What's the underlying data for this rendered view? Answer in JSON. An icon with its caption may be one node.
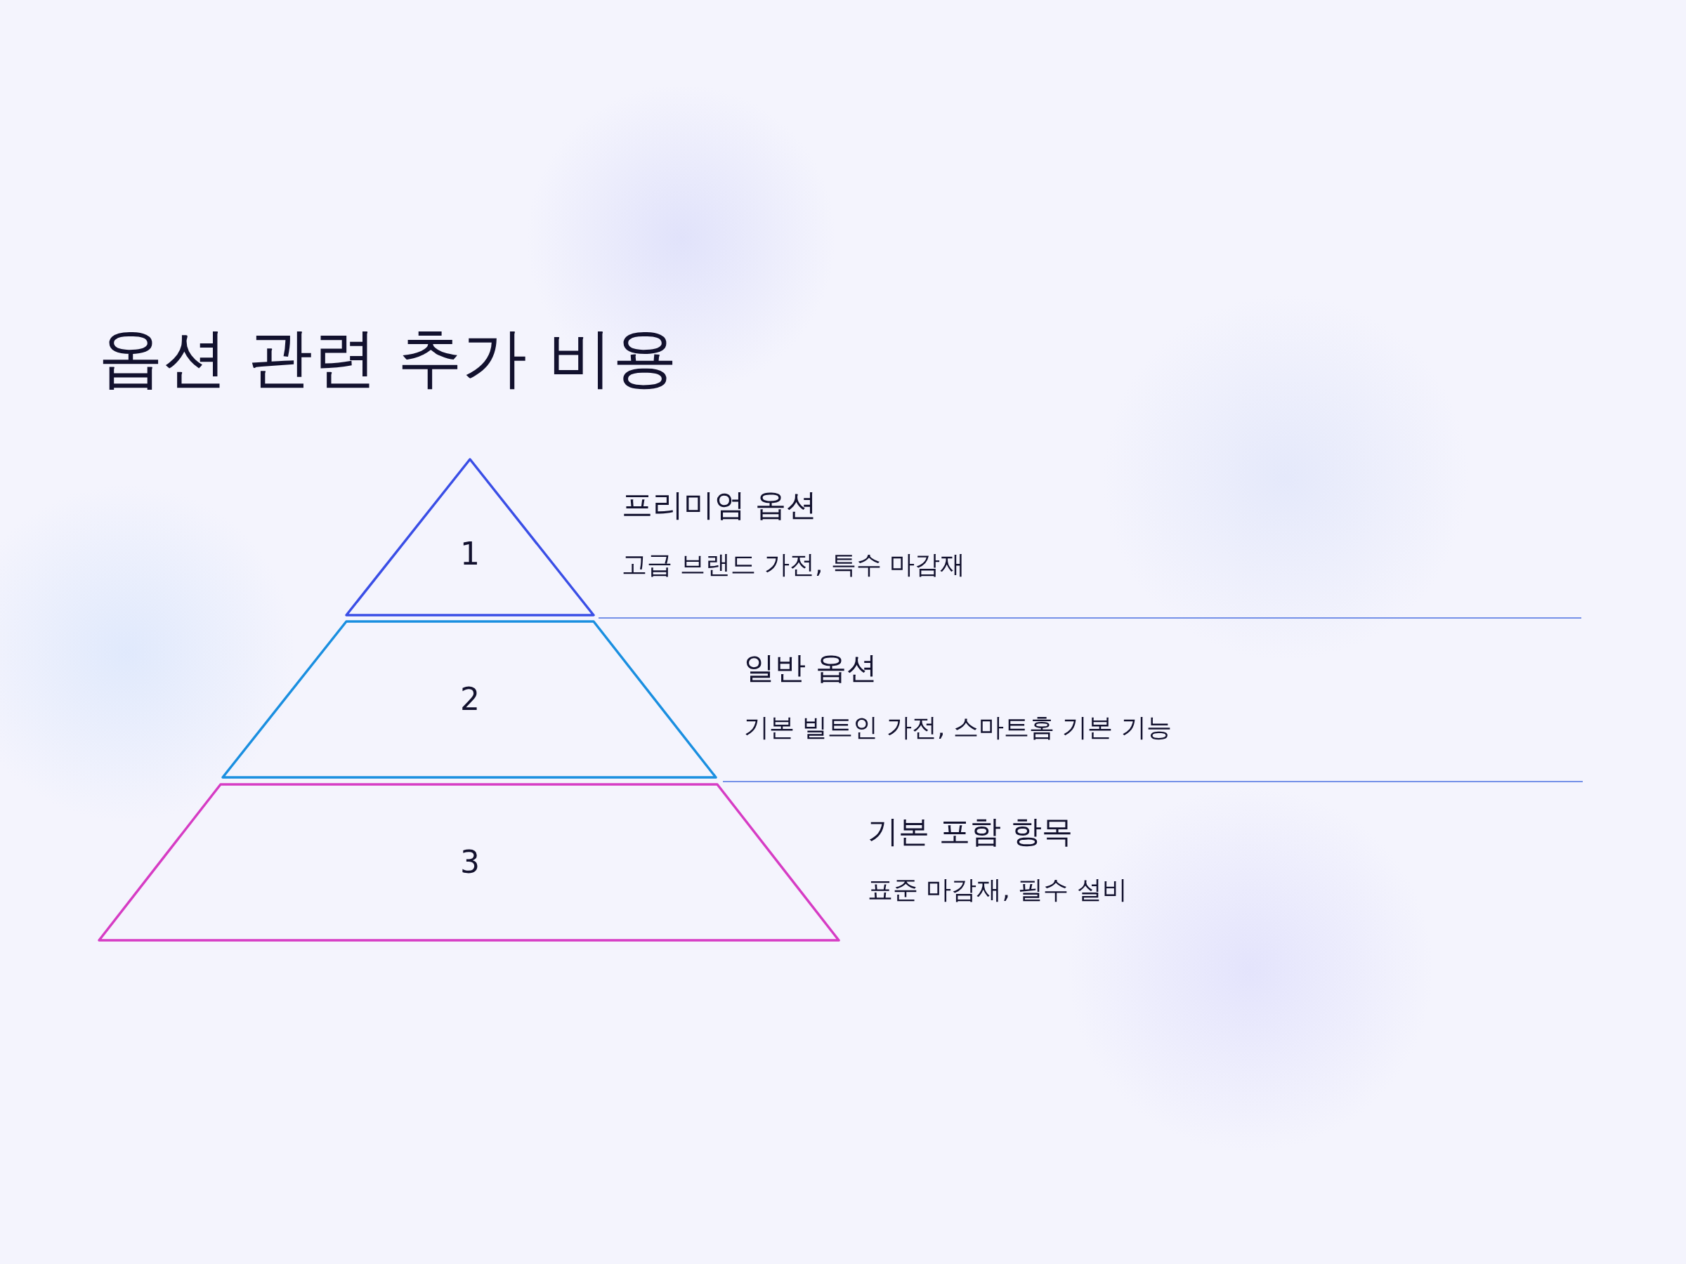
{
  "diagram": {
    "title": "옵션 관련 추가 비용",
    "nodes": [
      {
        "text": [
          "1"
        ],
        "beside": [
          "프리미엄 옵션",
          "고급 브랜드 가전, 특수 마감재"
        ]
      },
      {
        "text": [
          "2"
        ],
        "beside": [
          "일반 옵션",
          "기본 빌트인 가전, 스마트홈 기본 기능"
        ]
      },
      {
        "text": [
          "3"
        ],
        "beside": [
          "기본 포함 항목",
          "표준 마감재, 필수 설비"
        ]
      }
    ]
  }
}
